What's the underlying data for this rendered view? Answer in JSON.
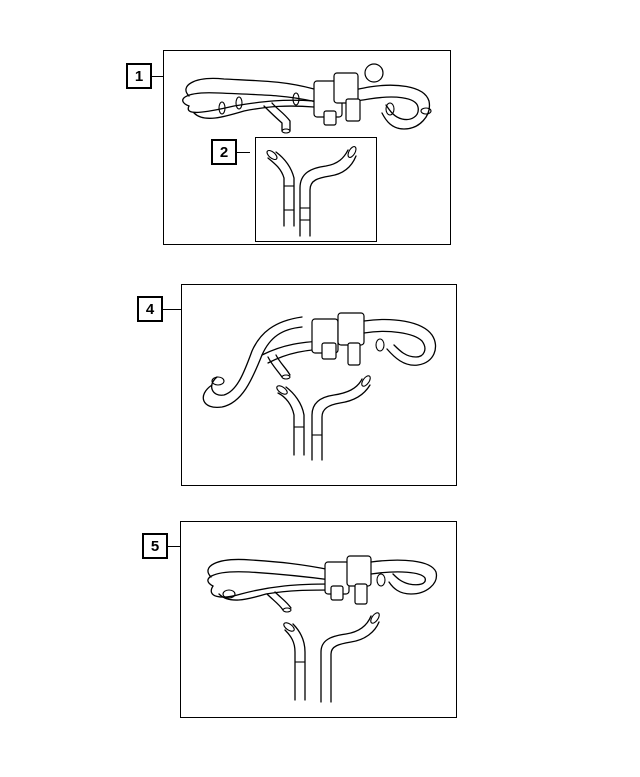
{
  "callouts": {
    "c1": "1",
    "c2": "2",
    "c4": "4",
    "c5": "5"
  },
  "colors": {
    "line": "#000000",
    "background": "#ffffff"
  }
}
